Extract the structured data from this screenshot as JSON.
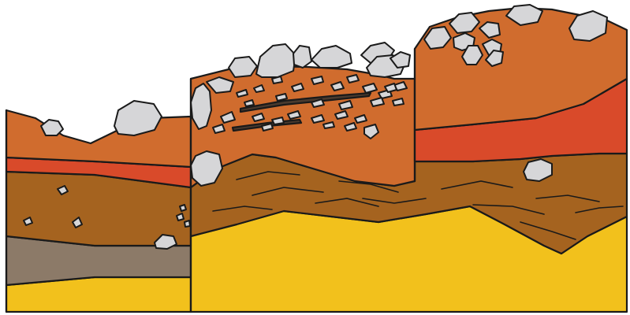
{
  "colors": {
    "background": "#ffffff",
    "sand_bedrock": "#f2c11c",
    "grey_layer": "#8c7a68",
    "brown_layer": "#a5631f",
    "red_layer": "#d94a2a",
    "orange_layer": "#d06c2e",
    "boulder_fill": "#d6d6d8",
    "outline": "#1a1a1a"
  },
  "blocks": [
    "left-block",
    "center-block",
    "right-block"
  ],
  "labels": []
}
